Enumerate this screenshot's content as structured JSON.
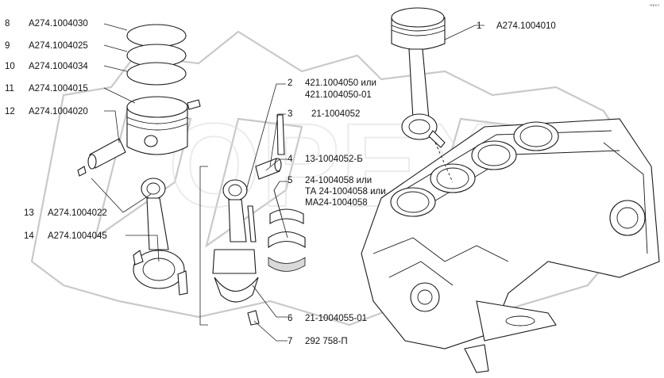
{
  "callouts": [
    {
      "num": "1",
      "code": "A274.1004010"
    },
    {
      "num": "2",
      "code": "421.1004050 или",
      "code2": "421.1004050-01"
    },
    {
      "num": "3",
      "code": "21-1004052"
    },
    {
      "num": "4",
      "code": "13-1004052-Б"
    },
    {
      "num": "5",
      "code": "24-1004058 или",
      "code2": "ТА 24-1004058 или",
      "code3": "МА24-1004058"
    },
    {
      "num": "6",
      "code": "21-1004055-01"
    },
    {
      "num": "7",
      "code": "292 758-П"
    },
    {
      "num": "8",
      "code": "A274.1004030"
    },
    {
      "num": "9",
      "code": "A274.1004025"
    },
    {
      "num": "10",
      "code": "A274.1004034"
    },
    {
      "num": "11",
      "code": "A274.1004015"
    },
    {
      "num": "12",
      "code": "A274.1004020"
    },
    {
      "num": "13",
      "code": "A274.1004022"
    },
    {
      "num": "14",
      "code": "A274.1004045"
    }
  ],
  "watermark": "OPEX",
  "corner_mark": "ʷᵖᵉˣ"
}
